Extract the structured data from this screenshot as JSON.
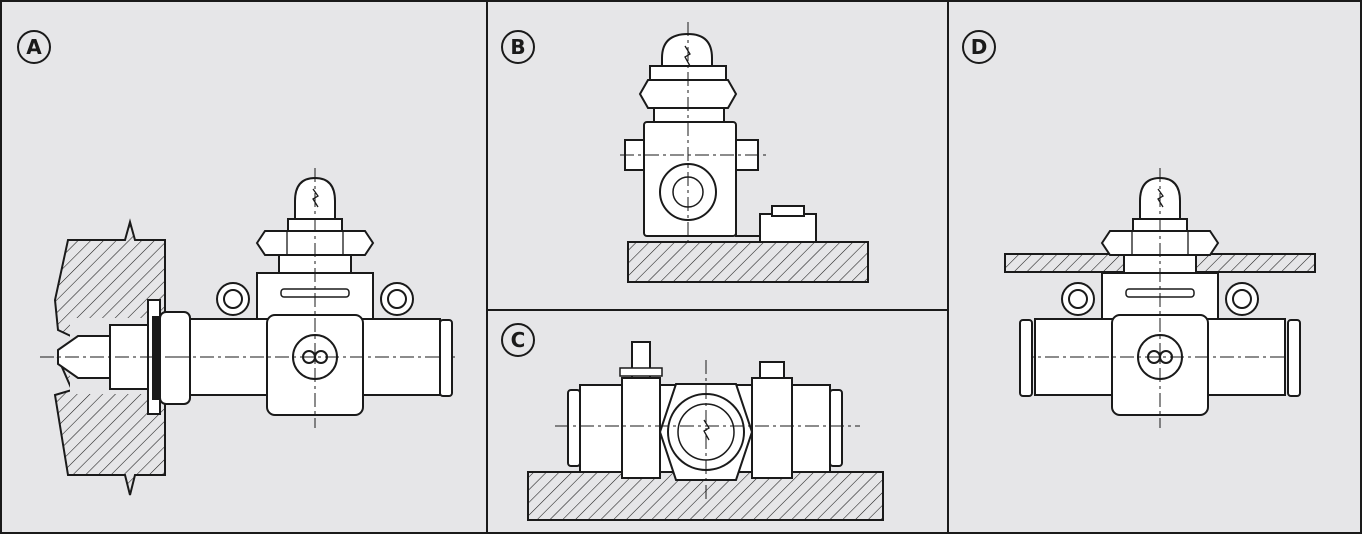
{
  "panels": [
    {
      "id": "A",
      "label": "A"
    },
    {
      "id": "B",
      "label": "B"
    },
    {
      "id": "C",
      "label": "C"
    },
    {
      "id": "D",
      "label": "D"
    }
  ],
  "colors": {
    "background": "#e6e6e8",
    "line": "#1a1a1a",
    "part": "#ffffff"
  }
}
